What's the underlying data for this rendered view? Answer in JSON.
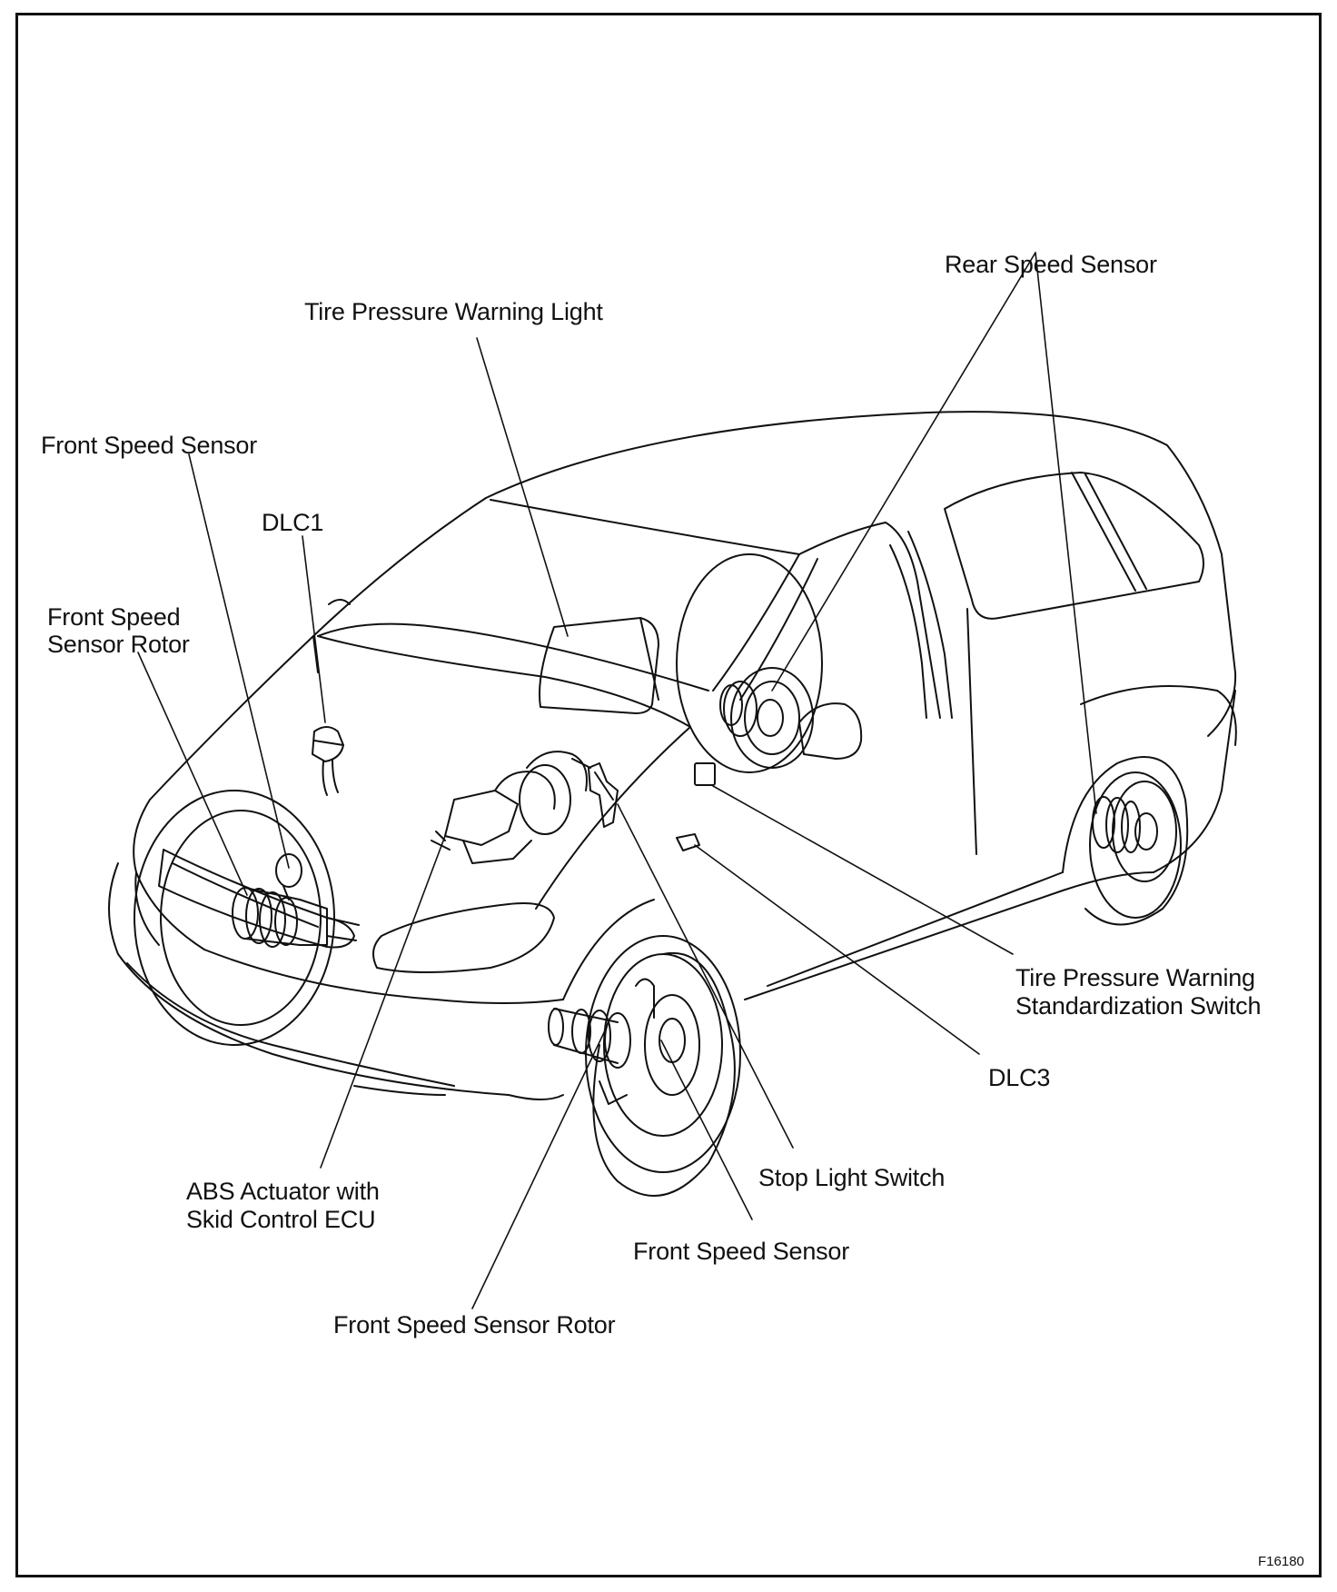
{
  "labels": {
    "rear_speed_sensor": "Rear Speed Sensor",
    "tire_pressure_warning_light": "Tire Pressure Warning Light",
    "front_speed_sensor_top": "Front Speed Sensor",
    "dlc1": "DLC1",
    "front_speed_sensor_rotor_left_line1": "Front  Speed",
    "front_speed_sensor_rotor_left_line2": "Sensor Rotor",
    "tpw_standardization_switch_line1": "Tire  Pressure  Warning",
    "tpw_standardization_switch_line2": "Standardization Switch",
    "dlc3": "DLC3",
    "abs_actuator_line1": "ABS Actuator with",
    "abs_actuator_line2": "Skid Control ECU",
    "stop_light_switch": "Stop Light Switch",
    "front_speed_sensor_bottom": "Front Speed Sensor",
    "front_speed_sensor_rotor_bottom": "Front Speed Sensor Rotor"
  },
  "figure_code": "F16180"
}
